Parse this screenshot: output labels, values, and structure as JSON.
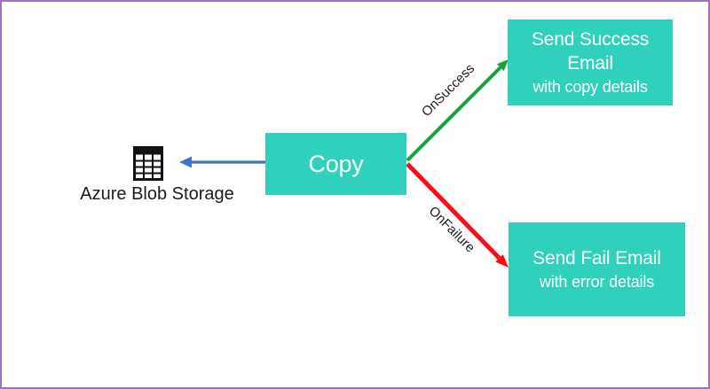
{
  "diagram": {
    "source": {
      "label": "Azure Blob Storage",
      "icon": "table-icon"
    },
    "copy_activity": {
      "label": "Copy"
    },
    "success_activity": {
      "title": "Send Success Email",
      "subtitle": "with copy details"
    },
    "failure_activity": {
      "title": "Send Fail Email",
      "subtitle": "with error details"
    },
    "edges": {
      "success_label": "OnSuccess",
      "failure_label": "OnFailure"
    }
  },
  "colors": {
    "activity_fill": "#2fd1bd",
    "activity_text": "#ffffff",
    "success_arrow": "#17a23c",
    "failure_arrow": "#fb0d17",
    "dataset_arrow": "#4472c4",
    "canvas_border": "#a070c0",
    "label_text": "#1c1c1c",
    "icon_color": "#111111"
  }
}
